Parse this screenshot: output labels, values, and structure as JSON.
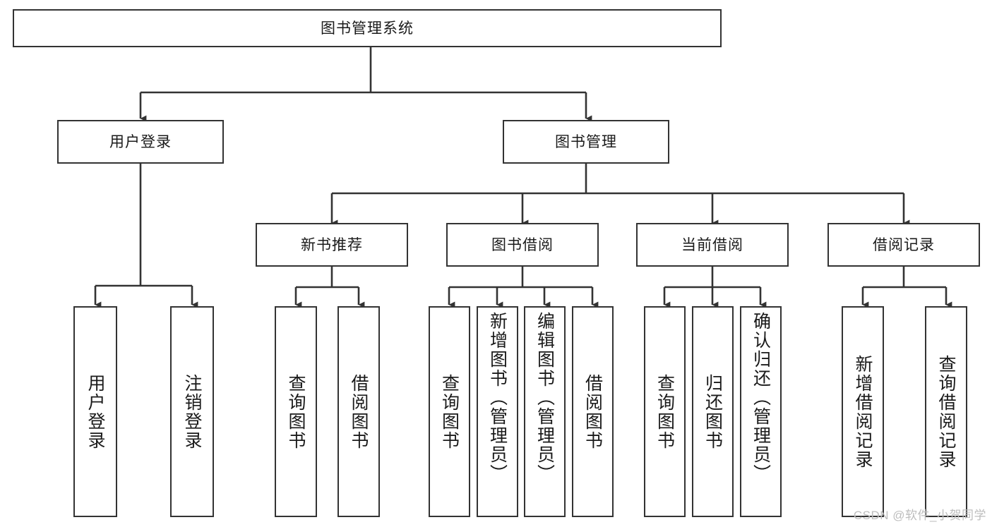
{
  "diagram": {
    "type": "tree-hierarchy",
    "title": "图书管理系统",
    "root": {
      "id": "root",
      "label": "图书管理系统"
    },
    "level2": [
      {
        "id": "user-login",
        "label": "用户登录"
      },
      {
        "id": "book-management",
        "label": "图书管理"
      }
    ],
    "level3": [
      {
        "id": "new-book-recommend",
        "label": "新书推荐"
      },
      {
        "id": "book-borrow",
        "label": "图书借阅"
      },
      {
        "id": "current-borrow",
        "label": "当前借阅"
      },
      {
        "id": "borrow-record",
        "label": "借阅记录"
      }
    ],
    "leaves": {
      "user_login": [
        {
          "id": "leaf-user-login",
          "label": "用户登录"
        },
        {
          "id": "leaf-logout-login",
          "label": "注销登录"
        }
      ],
      "new_book_recommend": [
        {
          "id": "leaf-query-book-1",
          "label": "查询图书"
        },
        {
          "id": "leaf-borrow-book-1",
          "label": "借阅图书"
        }
      ],
      "book_borrow": [
        {
          "id": "leaf-query-book-2",
          "label": "查询图书"
        },
        {
          "id": "leaf-add-book",
          "label": "新增图书（管理员）"
        },
        {
          "id": "leaf-edit-book",
          "label": "编辑图书（管理员）"
        },
        {
          "id": "leaf-borrow-book-2",
          "label": "借阅图书"
        }
      ],
      "current_borrow": [
        {
          "id": "leaf-query-book-3",
          "label": "查询图书"
        },
        {
          "id": "leaf-return-book",
          "label": "归还图书"
        },
        {
          "id": "leaf-confirm-return",
          "label": "确认归还（管理员）"
        }
      ],
      "borrow_record": [
        {
          "id": "leaf-add-record",
          "label": "新增借阅记录"
        },
        {
          "id": "leaf-query-record",
          "label": "查询借阅记录"
        }
      ]
    },
    "watermark": "CSDN @软件_小贺同学",
    "colors": {
      "stroke": "#333333",
      "fill": "#ffffff",
      "text": "#1a1a1a",
      "watermark": "#bdbdbd"
    }
  }
}
